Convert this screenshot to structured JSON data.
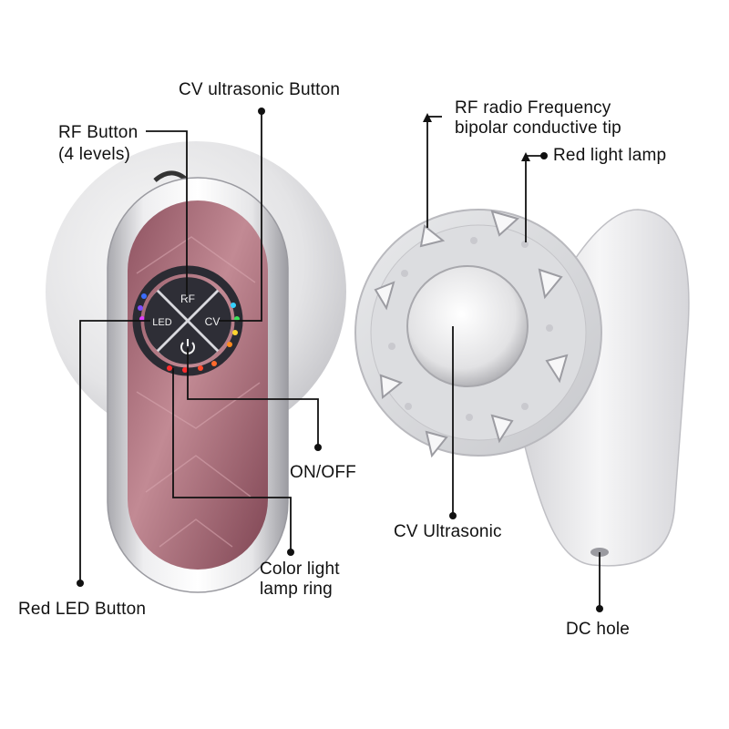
{
  "callouts": {
    "cv_button": "CV ultrasonic Button",
    "rf_button_line1": "RF Button",
    "rf_button_line2": "(4 levels)",
    "rf_tip_line1": "RF radio Frequency",
    "rf_tip_line2": "bipolar conductive tip",
    "red_light_lamp": "Red light lamp",
    "on_off": "ON/OFF",
    "color_ring_line1": "Color light",
    "color_ring_line2": "lamp ring",
    "red_led_button": "Red LED Button",
    "cv_ultrasonic": "CV Ultrasonic",
    "dc_hole": "DC hole"
  },
  "device_buttons": {
    "rf": "RF",
    "led": "LED",
    "cv": "CV",
    "power_icon": "power-icon"
  },
  "colors": {
    "panel_pink": "#b0707c",
    "silver": "#d8d8dc",
    "leader_line": "#111111"
  }
}
